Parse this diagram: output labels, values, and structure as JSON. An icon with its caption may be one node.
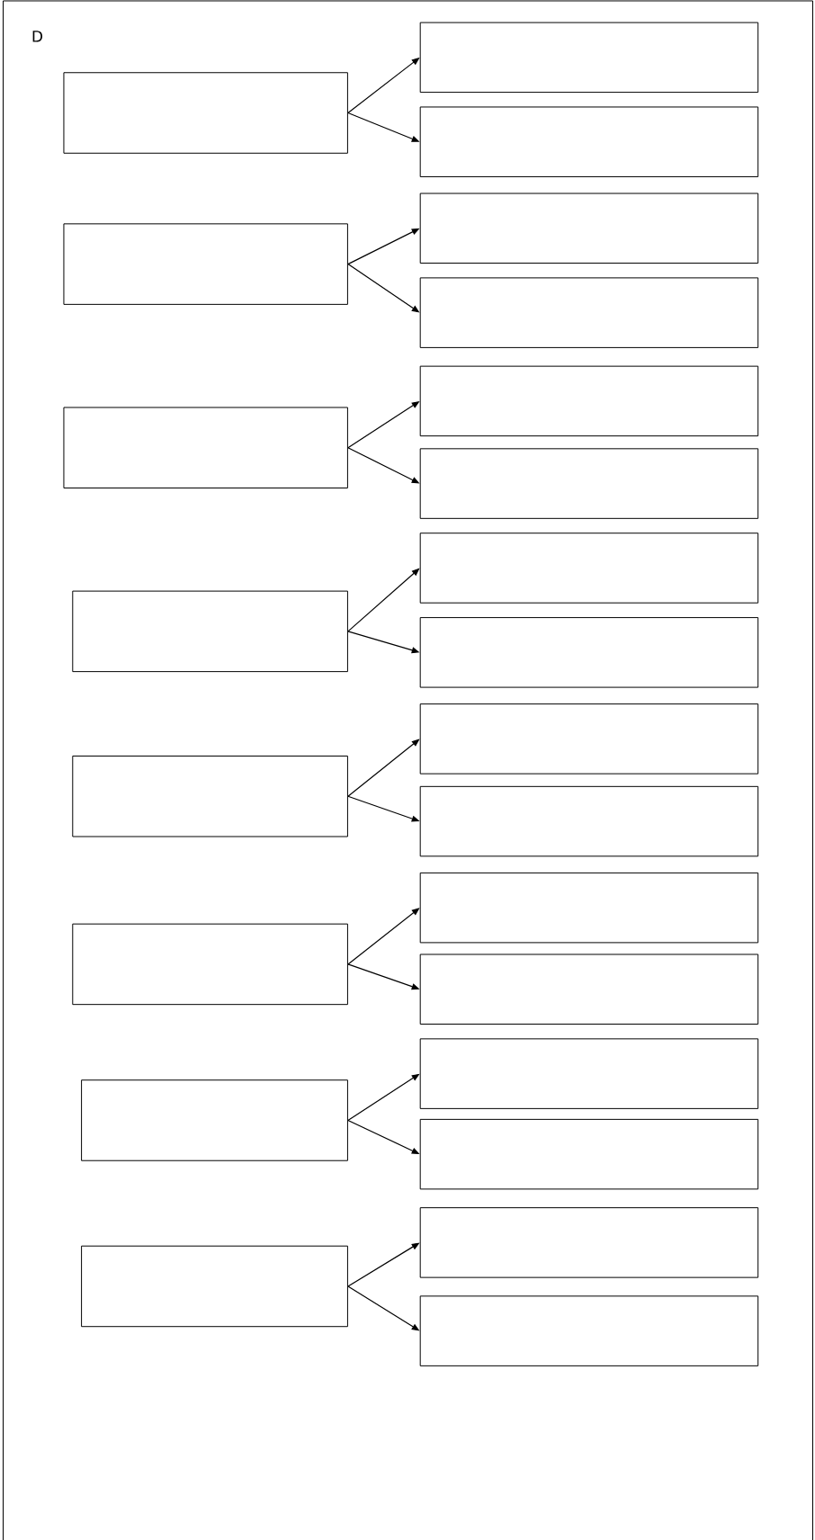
{
  "diagram": {
    "nodes": [
      {
        "text": [],
        "shape": "box"
      },
      {
        "text": [],
        "shape": "box"
      },
      {
        "text": [],
        "shape": "box"
      },
      {
        "text": [],
        "shape": "box"
      },
      {
        "text": [],
        "shape": "box"
      },
      {
        "text": [],
        "shape": "box"
      },
      {
        "text": [],
        "shape": "box"
      },
      {
        "text": [],
        "shape": "box"
      },
      {
        "text": [],
        "shape": "box"
      },
      {
        "text": [],
        "shape": "box"
      },
      {
        "text": [],
        "shape": "box"
      },
      {
        "text": [],
        "shape": "box"
      },
      {
        "text": [],
        "shape": "box"
      },
      {
        "text": [],
        "shape": "box"
      },
      {
        "text": [],
        "shape": "box"
      },
      {
        "text": [],
        "shape": "box"
      },
      {
        "text": [],
        "shape": "box"
      },
      {
        "text": [],
        "shape": "box"
      },
      {
        "text": [],
        "shape": "box"
      },
      {
        "text": [],
        "shape": "box"
      },
      {
        "text": [],
        "shape": "box"
      },
      {
        "text": [],
        "shape": "box"
      },
      {
        "text": [],
        "shape": "box"
      },
      {
        "text": [],
        "shape": "box"
      }
    ],
    "edges": [
      {
        "from": 0,
        "to": 1,
        "arrow": "to"
      },
      {
        "from": 0,
        "to": 2,
        "arrow": "to"
      },
      {
        "from": 3,
        "to": 4,
        "arrow": "to"
      },
      {
        "from": 3,
        "to": 5,
        "arrow": "to"
      },
      {
        "from": 6,
        "to": 7,
        "arrow": "to"
      },
      {
        "from": 6,
        "to": 8,
        "arrow": "to"
      },
      {
        "from": 9,
        "to": 10,
        "arrow": "to"
      },
      {
        "from": 9,
        "to": 11,
        "arrow": "to"
      },
      {
        "from": 12,
        "to": 13,
        "arrow": "to"
      },
      {
        "from": 12,
        "to": 14,
        "arrow": "to"
      },
      {
        "from": 15,
        "to": 16,
        "arrow": "to"
      },
      {
        "from": 15,
        "to": 17,
        "arrow": "to"
      },
      {
        "from": 18,
        "to": 19,
        "arrow": "to"
      },
      {
        "from": 18,
        "to": 20,
        "arrow": "to"
      },
      {
        "from": 21,
        "to": 22,
        "arrow": "to"
      },
      {
        "from": 21,
        "to": 23,
        "arrow": "to"
      }
    ],
    "labels": [
      "D"
    ]
  }
}
